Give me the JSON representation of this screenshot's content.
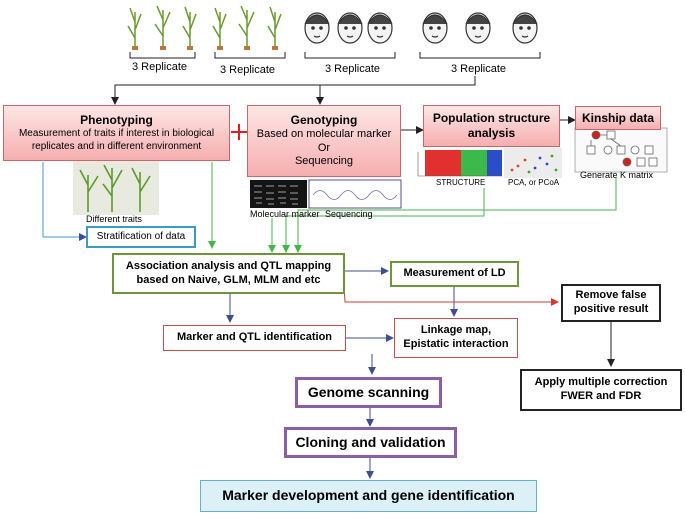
{
  "replicates": [
    "3 Replicate",
    "3 Replicate",
    "3 Replicate",
    "3 Replicate"
  ],
  "phenotyping": {
    "title": "Phenotyping",
    "body": "Measurement of traits if interest in biological replicates and in different environment"
  },
  "plus_sign": "+",
  "genotyping": {
    "title": "Genotyping",
    "line1": "Based on molecular marker",
    "line2": "Or",
    "line3": "Sequencing"
  },
  "population_structure": {
    "title": "Population structure analysis"
  },
  "kinship": {
    "title": "Kinship data"
  },
  "image_labels": {
    "different_traits": "Different traits",
    "molecular_marker": "Molecular marker",
    "sequencing": "Sequencing",
    "structure": "STRUCTURE",
    "pca": "PCA, or PCoA",
    "k_matrix": "Generate K matrix"
  },
  "stratification": "Stratification of data",
  "association": {
    "line1": "Association analysis and QTL mapping",
    "line2": "based on Naive, GLM, MLM and etc"
  },
  "ld": "Measurement of LD",
  "remove_false": {
    "line1": "Remove false",
    "line2": "positive result"
  },
  "marker_qtl": "Marker and QTL identification",
  "linkage": {
    "line1": "Linkage map,",
    "line2": "Epistatic interaction"
  },
  "multiple_correction": {
    "line1": "Apply multiple correction",
    "line2": "FWER and FDR"
  },
  "genome_scanning": "Genome scanning",
  "cloning": "Cloning and validation",
  "marker_dev": "Marker development and gene identification",
  "colors": {
    "pink_border": "#c8676a",
    "green_border": "#70943a",
    "purple_border": "#8a5fa8",
    "blue_border": "#3d9ac4",
    "red_border": "#c0504d",
    "arrow_blue": "#3f4e8c",
    "arrow_green": "#42b54c",
    "arrow_red": "#d03b2f"
  }
}
